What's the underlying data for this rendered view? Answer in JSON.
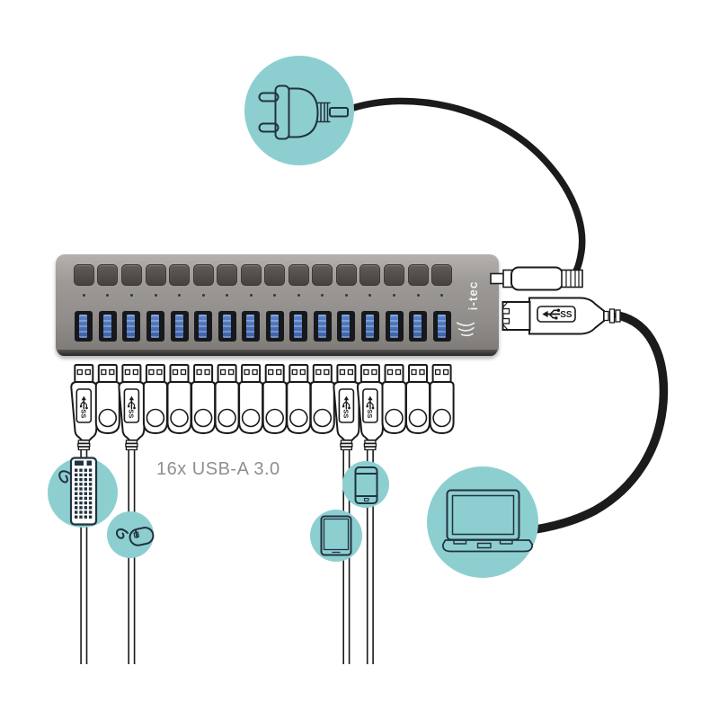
{
  "labels": {
    "ports_caption": "16x USB-A 3.0",
    "brand": "i-tec",
    "ss": "SS"
  },
  "colors": {
    "accent_teal": "#8DCFD1",
    "icon_outline": "#223240",
    "connector_outline": "#1a1a1a",
    "cable_black": "#1b1b1b",
    "hub_body_gray": "#908d8a",
    "port_blue": "#3a62a8",
    "caption_gray": "#8f8f8f"
  },
  "hub": {
    "button_count": 16,
    "led_count": 16,
    "port_count": 16,
    "port_type": "USB-A 3.0"
  },
  "connectors": {
    "items": [
      {
        "type": "usb-cable"
      },
      {
        "type": "usb-flash-drive"
      },
      {
        "type": "usb-cable"
      },
      {
        "type": "usb-flash-drive"
      },
      {
        "type": "usb-flash-drive"
      },
      {
        "type": "usb-flash-drive"
      },
      {
        "type": "usb-flash-drive"
      },
      {
        "type": "usb-flash-drive"
      },
      {
        "type": "usb-flash-drive"
      },
      {
        "type": "usb-flash-drive"
      },
      {
        "type": "usb-flash-drive"
      },
      {
        "type": "usb-cable"
      },
      {
        "type": "usb-cable"
      },
      {
        "type": "usb-flash-drive"
      },
      {
        "type": "usb-flash-drive"
      },
      {
        "type": "usb-flash-drive"
      }
    ]
  },
  "devices": [
    {
      "name": "power-plug"
    },
    {
      "name": "keyboard"
    },
    {
      "name": "mouse"
    },
    {
      "name": "tablet"
    },
    {
      "name": "smartphone"
    },
    {
      "name": "laptop"
    }
  ]
}
